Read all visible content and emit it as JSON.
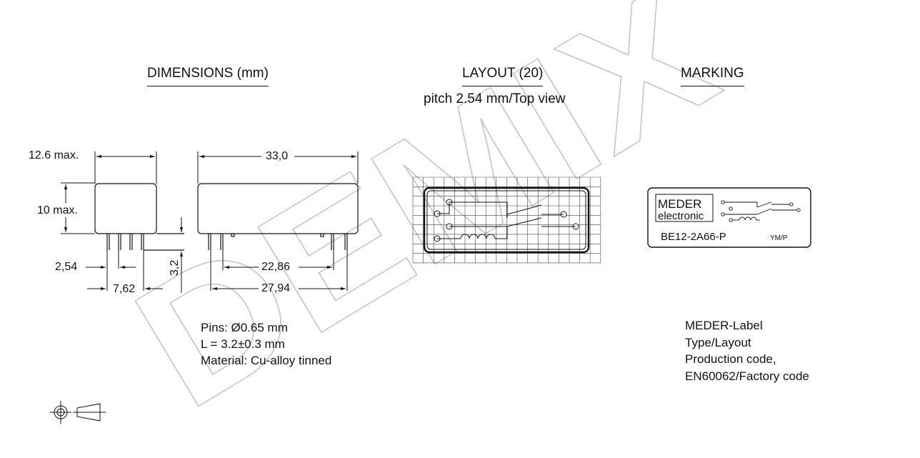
{
  "headings": {
    "dimensions": "DIMENSIONS (mm)",
    "layout": "LAYOUT (20)",
    "layout_sub": "pitch 2.54 mm/Top view",
    "marking": "MARKING"
  },
  "dimension_labels": {
    "height_overall": "12.6 max.",
    "body_height": "10 max.",
    "length": "33,0",
    "pitch": "2,54",
    "row_spacing": "7,62",
    "pin_length": "3,2",
    "pin_span_inner": "22,86",
    "pin_span_outer": "27,94"
  },
  "pin_notes": [
    "Pins: Ø0.65 mm",
    "L = 3.2±0.3 mm",
    "Material: Cu-alloy tinned"
  ],
  "label": {
    "brand_line1": "MEDER",
    "brand_line2": "electronic",
    "part_number": "BE12-2A66-P",
    "code": "YM/P"
  },
  "marking_notes": [
    "MEDER-Label",
    "Type/Layout",
    "Production code,",
    "EN60062/Factory code"
  ],
  "watermark": "DEMIX",
  "colors": {
    "ink": "#111111",
    "watermark": "#c8c8c8",
    "background": "#ffffff"
  },
  "icons": [
    "projection-symbol-icon"
  ]
}
